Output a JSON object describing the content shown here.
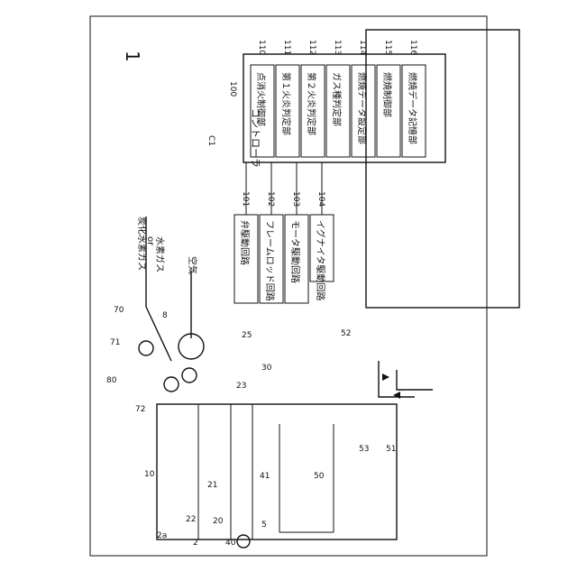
{
  "figure_number": "1",
  "controller": {
    "ref": "100",
    "label": "コントローラ",
    "group_ref": "C1",
    "units": [
      {
        "ref": "110",
        "label": "点消火制御部"
      },
      {
        "ref": "111",
        "label": "第１火炎判定部"
      },
      {
        "ref": "112",
        "label": "第２火炎判定部"
      },
      {
        "ref": "113",
        "label": "ガス種判定部"
      },
      {
        "ref": "114",
        "label": "燃焼データ設定部"
      },
      {
        "ref": "115",
        "label": "燃焼制御部"
      },
      {
        "ref": "116",
        "label": "燃焼データ記憶部"
      }
    ],
    "circuits": [
      {
        "ref": "101",
        "label": "弁駆動回路"
      },
      {
        "ref": "102",
        "label": "フレームロッド回路"
      },
      {
        "ref": "103",
        "label": "モータ駆動回路"
      },
      {
        "ref": "104",
        "label": "イグナイタ駆動回路"
      }
    ]
  },
  "inputs": {
    "gas_line1": "炭化水素ガス",
    "gas_or": "or",
    "gas_line2": "水素ガス",
    "air": "空気"
  },
  "refs": [
    "70",
    "71",
    "8",
    "80",
    "72",
    "25",
    "30",
    "23",
    "52",
    "10",
    "21",
    "22",
    "2a",
    "2",
    "20",
    "40",
    "41",
    "5",
    "50",
    "53",
    "51"
  ]
}
